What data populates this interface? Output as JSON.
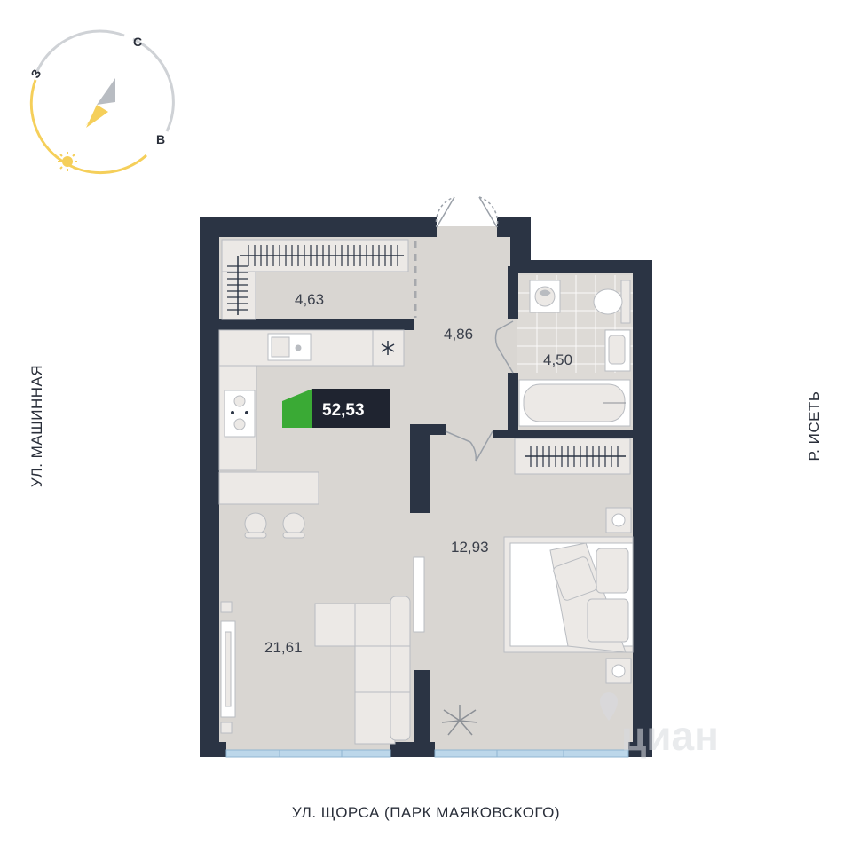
{
  "plan": {
    "total_area": "52,53",
    "rooms": [
      {
        "id": "storage",
        "area": "4,63"
      },
      {
        "id": "hallway",
        "area": "4,86"
      },
      {
        "id": "bathroom",
        "area": "4,50"
      },
      {
        "id": "living-kitchen",
        "area": "21,61"
      },
      {
        "id": "bedroom",
        "area": "12,93"
      }
    ]
  },
  "streets": {
    "left": "УЛ. МАШИННАЯ",
    "right": "Р. ИСЕТЬ",
    "bottom": "УЛ. ЩОРСА (ПАРК МАЯКОВСКОГО)"
  },
  "compass": {
    "north": "С",
    "east": "В",
    "west": "З"
  },
  "watermark": "циан",
  "colors": {
    "wall": "#2b3444",
    "floor": "#d9d6d2",
    "furniture": "#ece9e6",
    "accent_green": "#3aaa35",
    "badge": "#1f2430",
    "sun": "#f5cf5a",
    "window": "#bcd7ea"
  }
}
